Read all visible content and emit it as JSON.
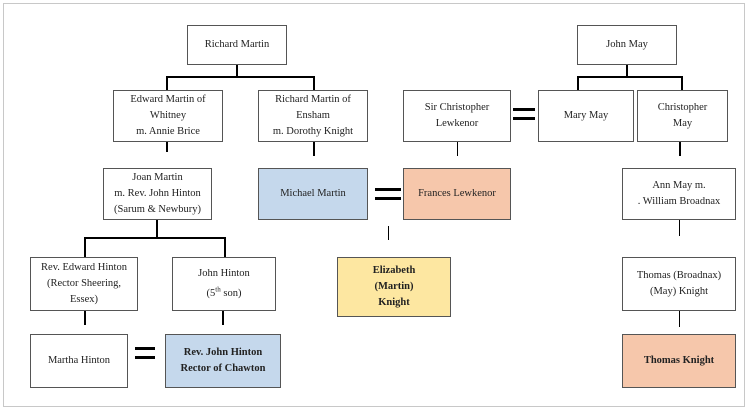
{
  "people": {
    "richard_martin": [
      "Richard Martin"
    ],
    "edward_martin": [
      "Edward Martin of",
      "Whitney",
      "m. Annie Brice"
    ],
    "richard_martin_ensham": [
      "Richard Martin of",
      "Ensham",
      "m. Dorothy Knight"
    ],
    "joan_martin": [
      "Joan Martin",
      "m. Rev. John Hinton",
      "(Sarum & Newbury)"
    ],
    "edward_hinton": [
      "Rev. Edward Hinton",
      "(Rector Sheering,",
      "Essex)"
    ],
    "john_hinton": {
      "line1": "John Hinton",
      "num": "5",
      "sup": "th",
      "rest": " son)",
      "open": "("
    },
    "martha_hinton": [
      "Martha Hinton"
    ],
    "rev_john_hinton": [
      "Rev. John Hinton",
      "Rector of Chawton"
    ],
    "michael_martin": [
      "Michael Martin"
    ],
    "elizabeth": [
      "Elizabeth",
      "(Martin)",
      "Knight"
    ],
    "sir_christopher": [
      "Sir Christopher",
      "Lewkenor"
    ],
    "frances_lewkenor": [
      "Frances Lewkenor"
    ],
    "john_may": [
      "John May"
    ],
    "mary_may": [
      "Mary May"
    ],
    "christopher_may": [
      "Christopher",
      "May"
    ],
    "ann_may": [
      "Ann May m.",
      ". William Broadnax"
    ],
    "thomas_broadnax": [
      "Thomas (Broadnax)",
      "(May) Knight"
    ],
    "thomas_knight": [
      "Thomas Knight"
    ]
  },
  "colors": {
    "blue": "#c5d8ec",
    "peach": "#f6c7ab",
    "gold": "#fde7a1",
    "line": "#000000"
  }
}
